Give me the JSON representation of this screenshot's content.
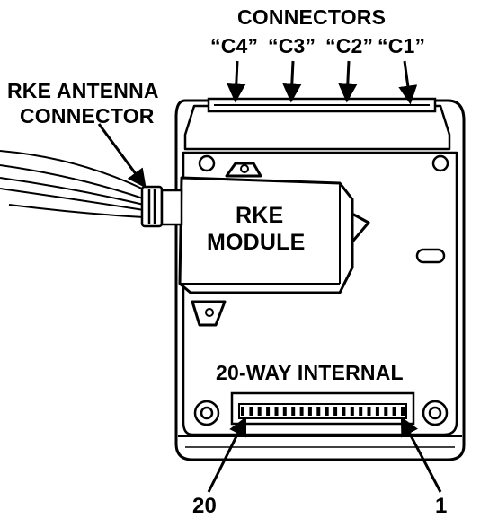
{
  "labels": {
    "connectors_title": "CONNECTORS",
    "c4": "“C4”",
    "c3": "“C3”",
    "c2": "“C2”",
    "c1": "“C1”",
    "rke_antenna_line1": "RKE ANTENNA",
    "rke_antenna_line2": "CONNECTOR",
    "rke_module_line1": "RKE",
    "rke_module_line2": "MODULE",
    "internal_connector": "20-WAY INTERNAL",
    "pin_20": "20",
    "pin_1": "1"
  }
}
